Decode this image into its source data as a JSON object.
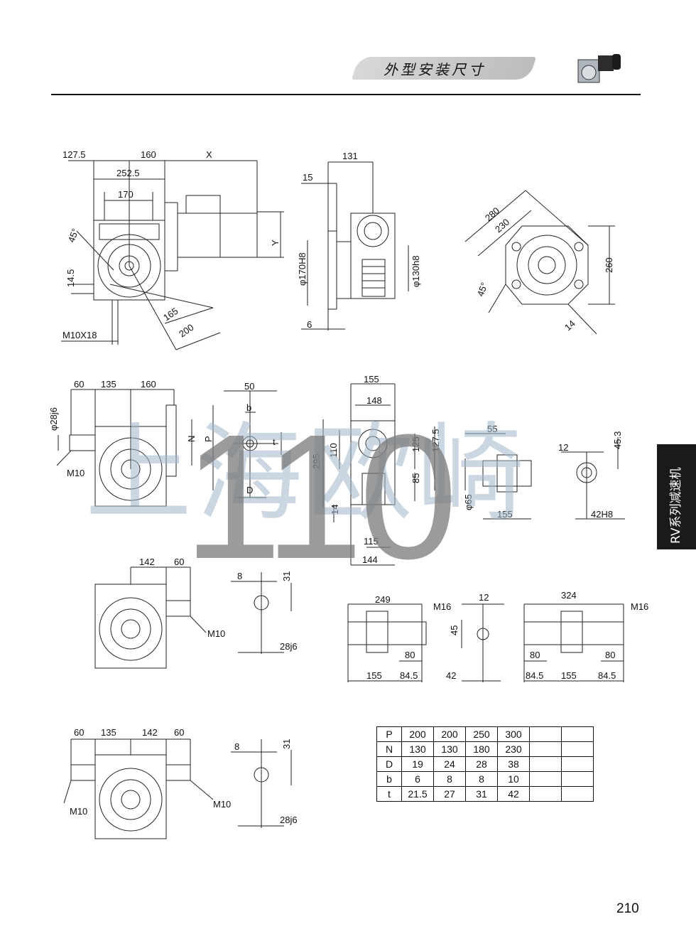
{
  "header": {
    "title": "外型安装尺寸"
  },
  "side_tab": {
    "label": "RV系列减速机"
  },
  "page_number": "210",
  "watermark": {
    "company": "上海欧崎",
    "model": "110"
  },
  "dimensions": {
    "d1": "127.5",
    "d2": "160",
    "d3": "X",
    "d4": "252.5",
    "d5": "170",
    "d6": "45°",
    "d7": "Y",
    "d8": "14.5",
    "d9": "165",
    "d10": "200",
    "d11": "M10X18",
    "d12": "131",
    "d13": "15",
    "d14": "φ170H8",
    "d15": "φ130h8",
    "d16": "6",
    "d17": "280",
    "d18": "230",
    "d19": "260",
    "d20": "45°",
    "d21": "14",
    "d22": "60",
    "d23": "135",
    "d24": "160",
    "d25": "φ28j6",
    "d26": "M10",
    "d27": "N",
    "d28": "P",
    "d29": "50",
    "d30": "b",
    "d31": "t",
    "d32": "D",
    "d33": "155",
    "d34": "148",
    "d35": "295",
    "d36": "110",
    "d37": "125",
    "d38": "127.5",
    "d39": "85",
    "d40": "14",
    "d41": "115",
    "d42": "144",
    "d43": "55",
    "d44": "φ65",
    "d45": "155",
    "d46": "12",
    "d47": "45.3",
    "d48": "42H8",
    "d49": "142",
    "d50": "60",
    "d51": "M10",
    "d52": "8",
    "d53": "31",
    "d54": "28j6",
    "d55": "249",
    "d56": "M16",
    "d57": "80",
    "d58": "155",
    "d59": "84.5",
    "d60": "12",
    "d61": "45",
    "d62": "42",
    "d63": "324",
    "d64": "M16",
    "d65": "80",
    "d66": "80",
    "d67": "84.5",
    "d68": "155",
    "d69": "84.5",
    "d70": "60",
    "d71": "135",
    "d72": "142",
    "d73": "60",
    "d74": "M10",
    "d75": "M10",
    "d76": "8",
    "d77": "31",
    "d78": "28j6"
  },
  "table": {
    "rows": [
      {
        "label": "P",
        "values": [
          "200",
          "200",
          "250",
          "300",
          "",
          ""
        ]
      },
      {
        "label": "N",
        "values": [
          "130",
          "130",
          "180",
          "230",
          "",
          ""
        ]
      },
      {
        "label": "D",
        "values": [
          "19",
          "24",
          "28",
          "38",
          "",
          ""
        ]
      },
      {
        "label": "b",
        "values": [
          "6",
          "8",
          "8",
          "10",
          "",
          ""
        ]
      },
      {
        "label": "t",
        "values": [
          "21.5",
          "27",
          "31",
          "42",
          "",
          ""
        ]
      }
    ]
  }
}
